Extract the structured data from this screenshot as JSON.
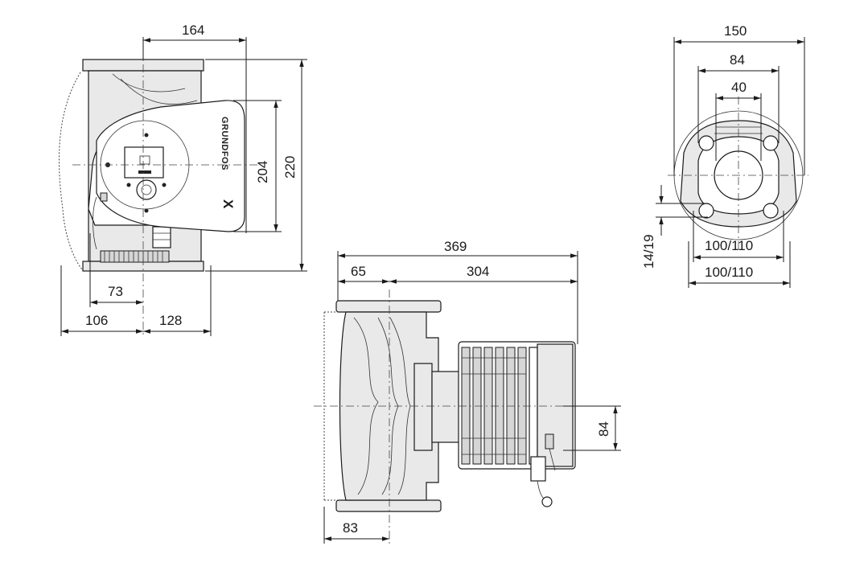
{
  "dimensions": {
    "front_top_width": "164",
    "front_height_204": "204",
    "front_height_220": "220",
    "front_bottom_73": "73",
    "front_bottom_106": "106",
    "front_bottom_128": "128",
    "side_total": "369",
    "side_65": "65",
    "side_304": "304",
    "side_84": "84",
    "side_83": "83",
    "flange_150": "150",
    "flange_84": "84",
    "flange_40": "40",
    "flange_bolt": "14/19",
    "flange_pcd_1": "100/110",
    "flange_pcd_2": "100/110"
  },
  "brand": {
    "logo_text": "GRUNDFOS",
    "logo_mark": "X"
  }
}
